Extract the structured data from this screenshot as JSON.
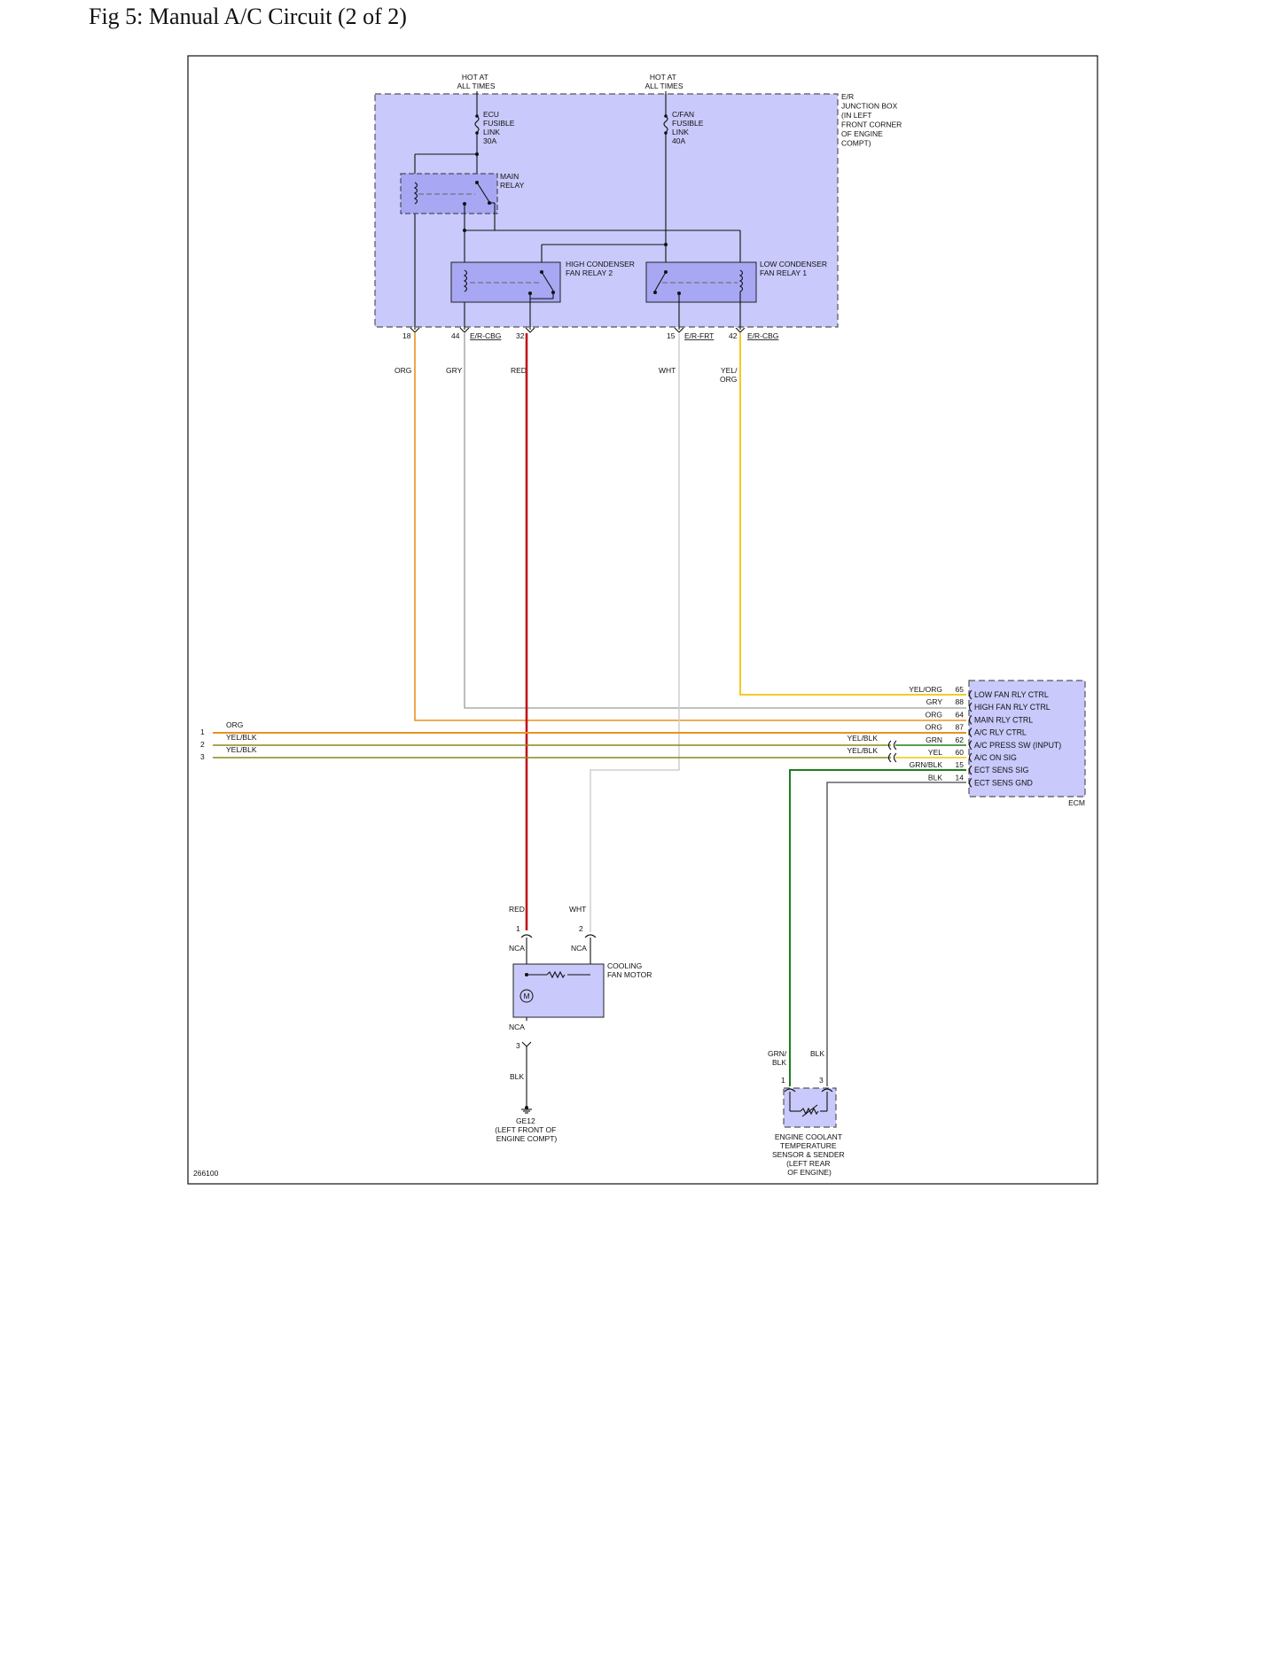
{
  "title": "Fig 5: Manual A/C Circuit (2 of 2)",
  "figure_id": "266100",
  "colors": {
    "component_fill": "#c9c9fb",
    "relay_fill": "#a7a7f3",
    "wire_org": "#e8921e",
    "wire_yel_org": "#f1c40f",
    "wire_red": "#c0141b",
    "wire_gry": "#9a9a9a",
    "wire_wht": "#cfcfcf",
    "wire_yel_blk": "#8a8a1a",
    "wire_grn": "#1e7d1e",
    "wire_blk": "#222222"
  },
  "junction_box": {
    "label_lines": [
      "E/R",
      "JUNCTION BOX",
      "(IN LEFT",
      "FRONT CORNER",
      "OF ENGINE",
      "COMPT)"
    ],
    "hot_left": [
      "HOT AT",
      "ALL TIMES"
    ],
    "hot_right": [
      "HOT AT",
      "ALL TIMES"
    ],
    "fuse_left": [
      "ECU",
      "FUSIBLE",
      "LINK",
      "30A"
    ],
    "fuse_right": [
      "C/FAN",
      "FUSIBLE",
      "LINK",
      "40A"
    ],
    "main_relay": [
      "MAIN",
      "RELAY"
    ],
    "high_relay": [
      "HIGH CONDENSER",
      "FAN RELAY 2"
    ],
    "low_relay": [
      "LOW CONDENSER",
      "FAN RELAY 1"
    ],
    "pins": {
      "p18": "18",
      "p44": "44",
      "p32": "32",
      "p15": "15",
      "p42": "42",
      "conn_cbg_left": "E/R-CBG",
      "conn_frt": "E/R-FRT",
      "conn_cbg_right": "E/R-CBG"
    }
  },
  "wires": {
    "org": "ORG",
    "gry": "GRY",
    "red": "RED",
    "wht": "WHT",
    "yel_org": [
      "YEL/",
      "ORG"
    ]
  },
  "left_connectors": [
    {
      "num": "1",
      "color": "ORG"
    },
    {
      "num": "2",
      "color": "YEL/BLK"
    },
    {
      "num": "3",
      "color": "YEL/BLK"
    }
  ],
  "inline_labels": {
    "yel_blk_1": "YEL/BLK",
    "yel_blk_2": "YEL/BLK"
  },
  "ecm": {
    "name": "ECM",
    "pins": [
      {
        "wire": "YEL/ORG",
        "pin": "65",
        "label": "LOW FAN RLY CTRL"
      },
      {
        "wire": "GRY",
        "pin": "88",
        "label": "HIGH FAN RLY CTRL"
      },
      {
        "wire": "ORG",
        "pin": "64",
        "label": "MAIN RLY CTRL"
      },
      {
        "wire": "ORG",
        "pin": "87",
        "label": "A/C RLY CTRL"
      },
      {
        "wire": "GRN",
        "pin": "62",
        "label": "A/C PRESS SW (INPUT)"
      },
      {
        "wire": "YEL",
        "pin": "60",
        "label": "A/C ON SIG"
      },
      {
        "wire": "GRN/BLK",
        "pin": "15",
        "label": "ECT SENS SIG"
      },
      {
        "wire": "BLK",
        "pin": "14",
        "label": "ECT SENS GND"
      }
    ]
  },
  "fan_motor": {
    "label": [
      "COOLING",
      "FAN MOTOR"
    ],
    "red": "RED",
    "wht": "WHT",
    "pin1": "1",
    "pin2": "2",
    "pin3": "3",
    "nca1": "NCA",
    "nca2": "NCA",
    "nca3": "NCA",
    "blk": "BLK",
    "motor_symbol": "M",
    "ground": [
      "GE12",
      "(LEFT FRONT OF",
      "ENGINE COMPT)"
    ]
  },
  "ect_sensor": {
    "wire1": [
      "GRN/",
      "BLK"
    ],
    "wire2": "BLK",
    "pin1": "1",
    "pin3": "3",
    "label": [
      "ENGINE COOLANT",
      "TEMPERATURE",
      "SENSOR & SENDER",
      "(LEFT REAR",
      "OF ENGINE)"
    ]
  }
}
